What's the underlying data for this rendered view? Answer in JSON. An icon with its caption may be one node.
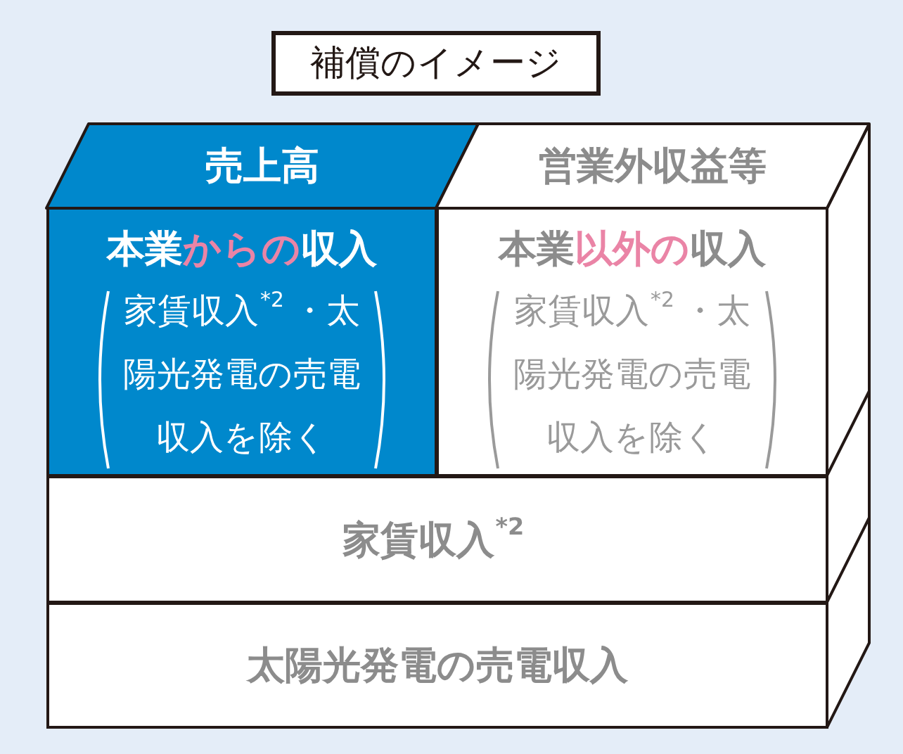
{
  "diagram": {
    "title": "補償のイメージ",
    "nodes": [
      {
        "text": [
          "売上高"
        ]
      },
      {
        "text": [
          "営業外収益等"
        ]
      },
      {
        "text": [
          "本業**からの**収入",
          "家賃収入$^{*2}$・太陽光発電の売電収入を除く"
        ]
      },
      {
        "text": [
          "本業**以外の**収入",
          "家賃収入$^{*2}$・太陽光発電の売電収入を除く"
        ]
      },
      {
        "text": [
          "家賃収入$^{*2}$"
        ]
      },
      {
        "text": [
          "太陽光発電の売電収入"
        ]
      }
    ]
  }
}
